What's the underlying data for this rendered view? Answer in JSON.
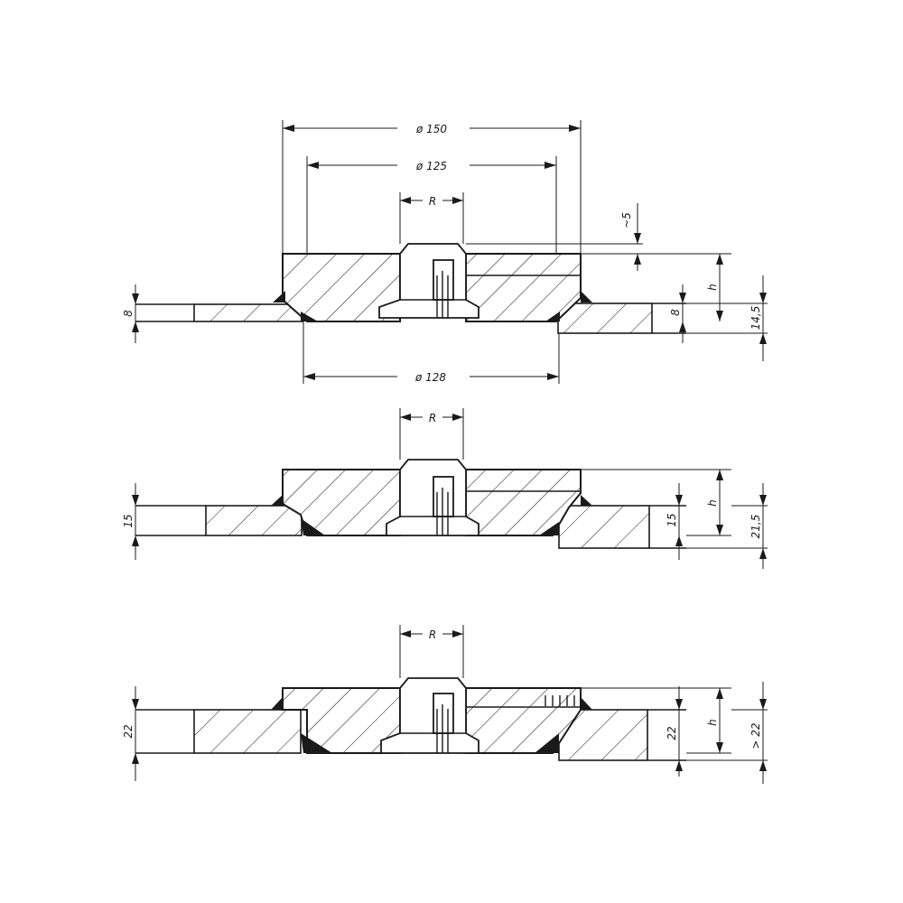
{
  "figure": {
    "top": {
      "dim_outer": "ø 150",
      "dim_mid": "ø 125",
      "dim_bottom": "ø 128",
      "dim_r": "R",
      "dim_offset": "~5",
      "dim_h": "h",
      "dim_left": "8",
      "dim_right_slab": "8",
      "dim_right_total": "14,5"
    },
    "middle": {
      "dim_r": "R",
      "dim_left": "15",
      "dim_right_slab": "15",
      "dim_h": "h",
      "dim_right_total": "21,5"
    },
    "bottom": {
      "dim_r": "R",
      "dim_left": "22",
      "dim_right_slab": "22",
      "dim_h": "h",
      "dim_right_total": "> 22"
    }
  }
}
